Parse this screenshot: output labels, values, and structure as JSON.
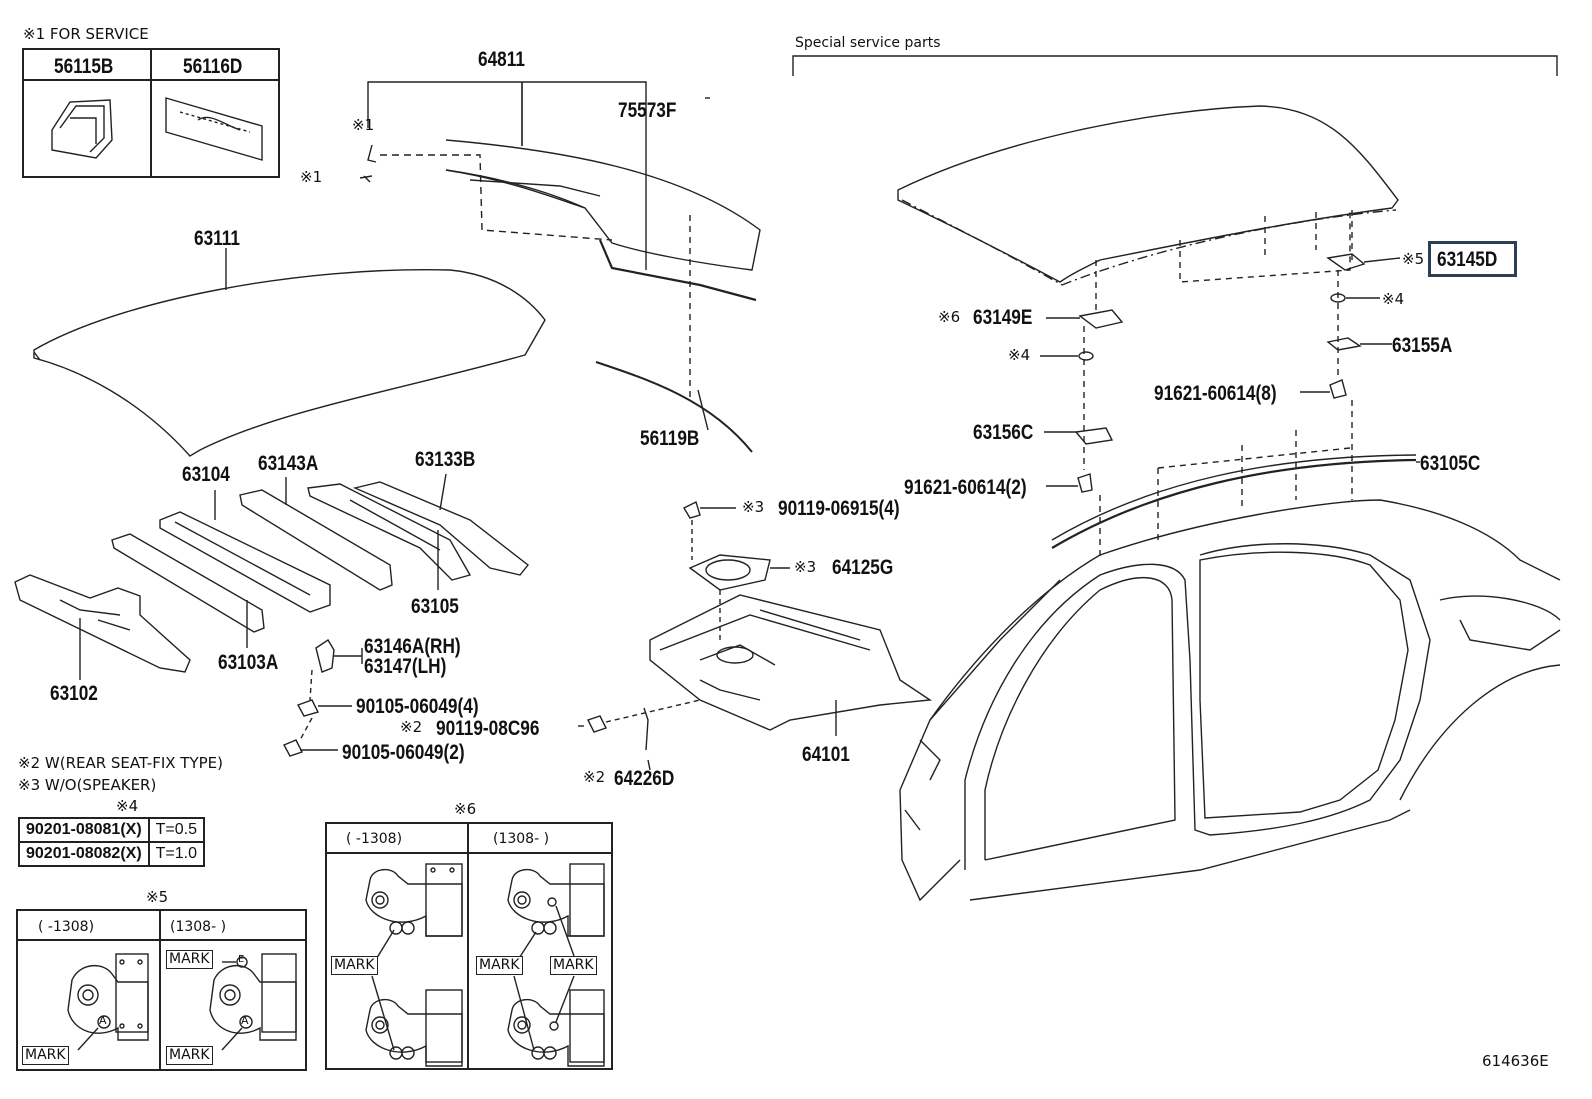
{
  "for_service": {
    "title": "※1 FOR SERVICE",
    "parts": [
      "56115B",
      "56116D"
    ]
  },
  "special_service": {
    "title": "Special service parts"
  },
  "labels": {
    "p64811": "64811",
    "p75573F": "75573F",
    "note1a": "※1",
    "note1b": "※1",
    "p63111": "63111",
    "p56119B": "56119B",
    "p63104": "63104",
    "p63143A": "63143A",
    "p63133B": "63133B",
    "p63105": "63105",
    "p63103A": "63103A",
    "p63102": "63102",
    "p63146A": "63146A(RH)",
    "p63147": "63147(LH)",
    "b90105_4": "90105-06049(4)",
    "b90105_2": "90105-06049(2)",
    "n2_b": "※2",
    "b90119_08C96": "90119-08C96",
    "n2_c": "※2",
    "p64226D": "64226D",
    "p64101": "64101",
    "n3_a": "※3",
    "b90119_06915": "90119-06915(4)",
    "n3_b": "※3",
    "p64125G": "64125G",
    "n5": "※5",
    "p63145D": "63145D",
    "n4_a": "※4",
    "n6": "※6",
    "p63149E": "63149E",
    "n4_b": "※4",
    "p63155A": "63155A",
    "b91621_8": "91621-60614(8)",
    "p63156C": "63156C",
    "b91621_2": "91621-60614(2)",
    "p63105C": "63105C",
    "fig_id": "614636E"
  },
  "notes": {
    "n2": "※2 W(REAR SEAT-FIX TYPE)",
    "n3": "※3 W/O(SPEAKER)"
  },
  "table4": {
    "title": "※4",
    "rows": [
      {
        "part": "90201-08081(X)",
        "thickness": "T=0.5"
      },
      {
        "part": "90201-08082(X)",
        "thickness": "T=1.0"
      }
    ]
  },
  "table5": {
    "title": "※5",
    "cols": [
      "(      -1308)",
      "(1308-       )"
    ],
    "marks": [
      "MARK",
      "MARK",
      "MARK"
    ],
    "symbols": [
      "A",
      "E",
      "A"
    ]
  },
  "table6": {
    "title": "※6",
    "cols": [
      "(      -1308)",
      "(1308-       )"
    ],
    "marks": [
      "MARK",
      "MARK",
      "MARK"
    ]
  }
}
